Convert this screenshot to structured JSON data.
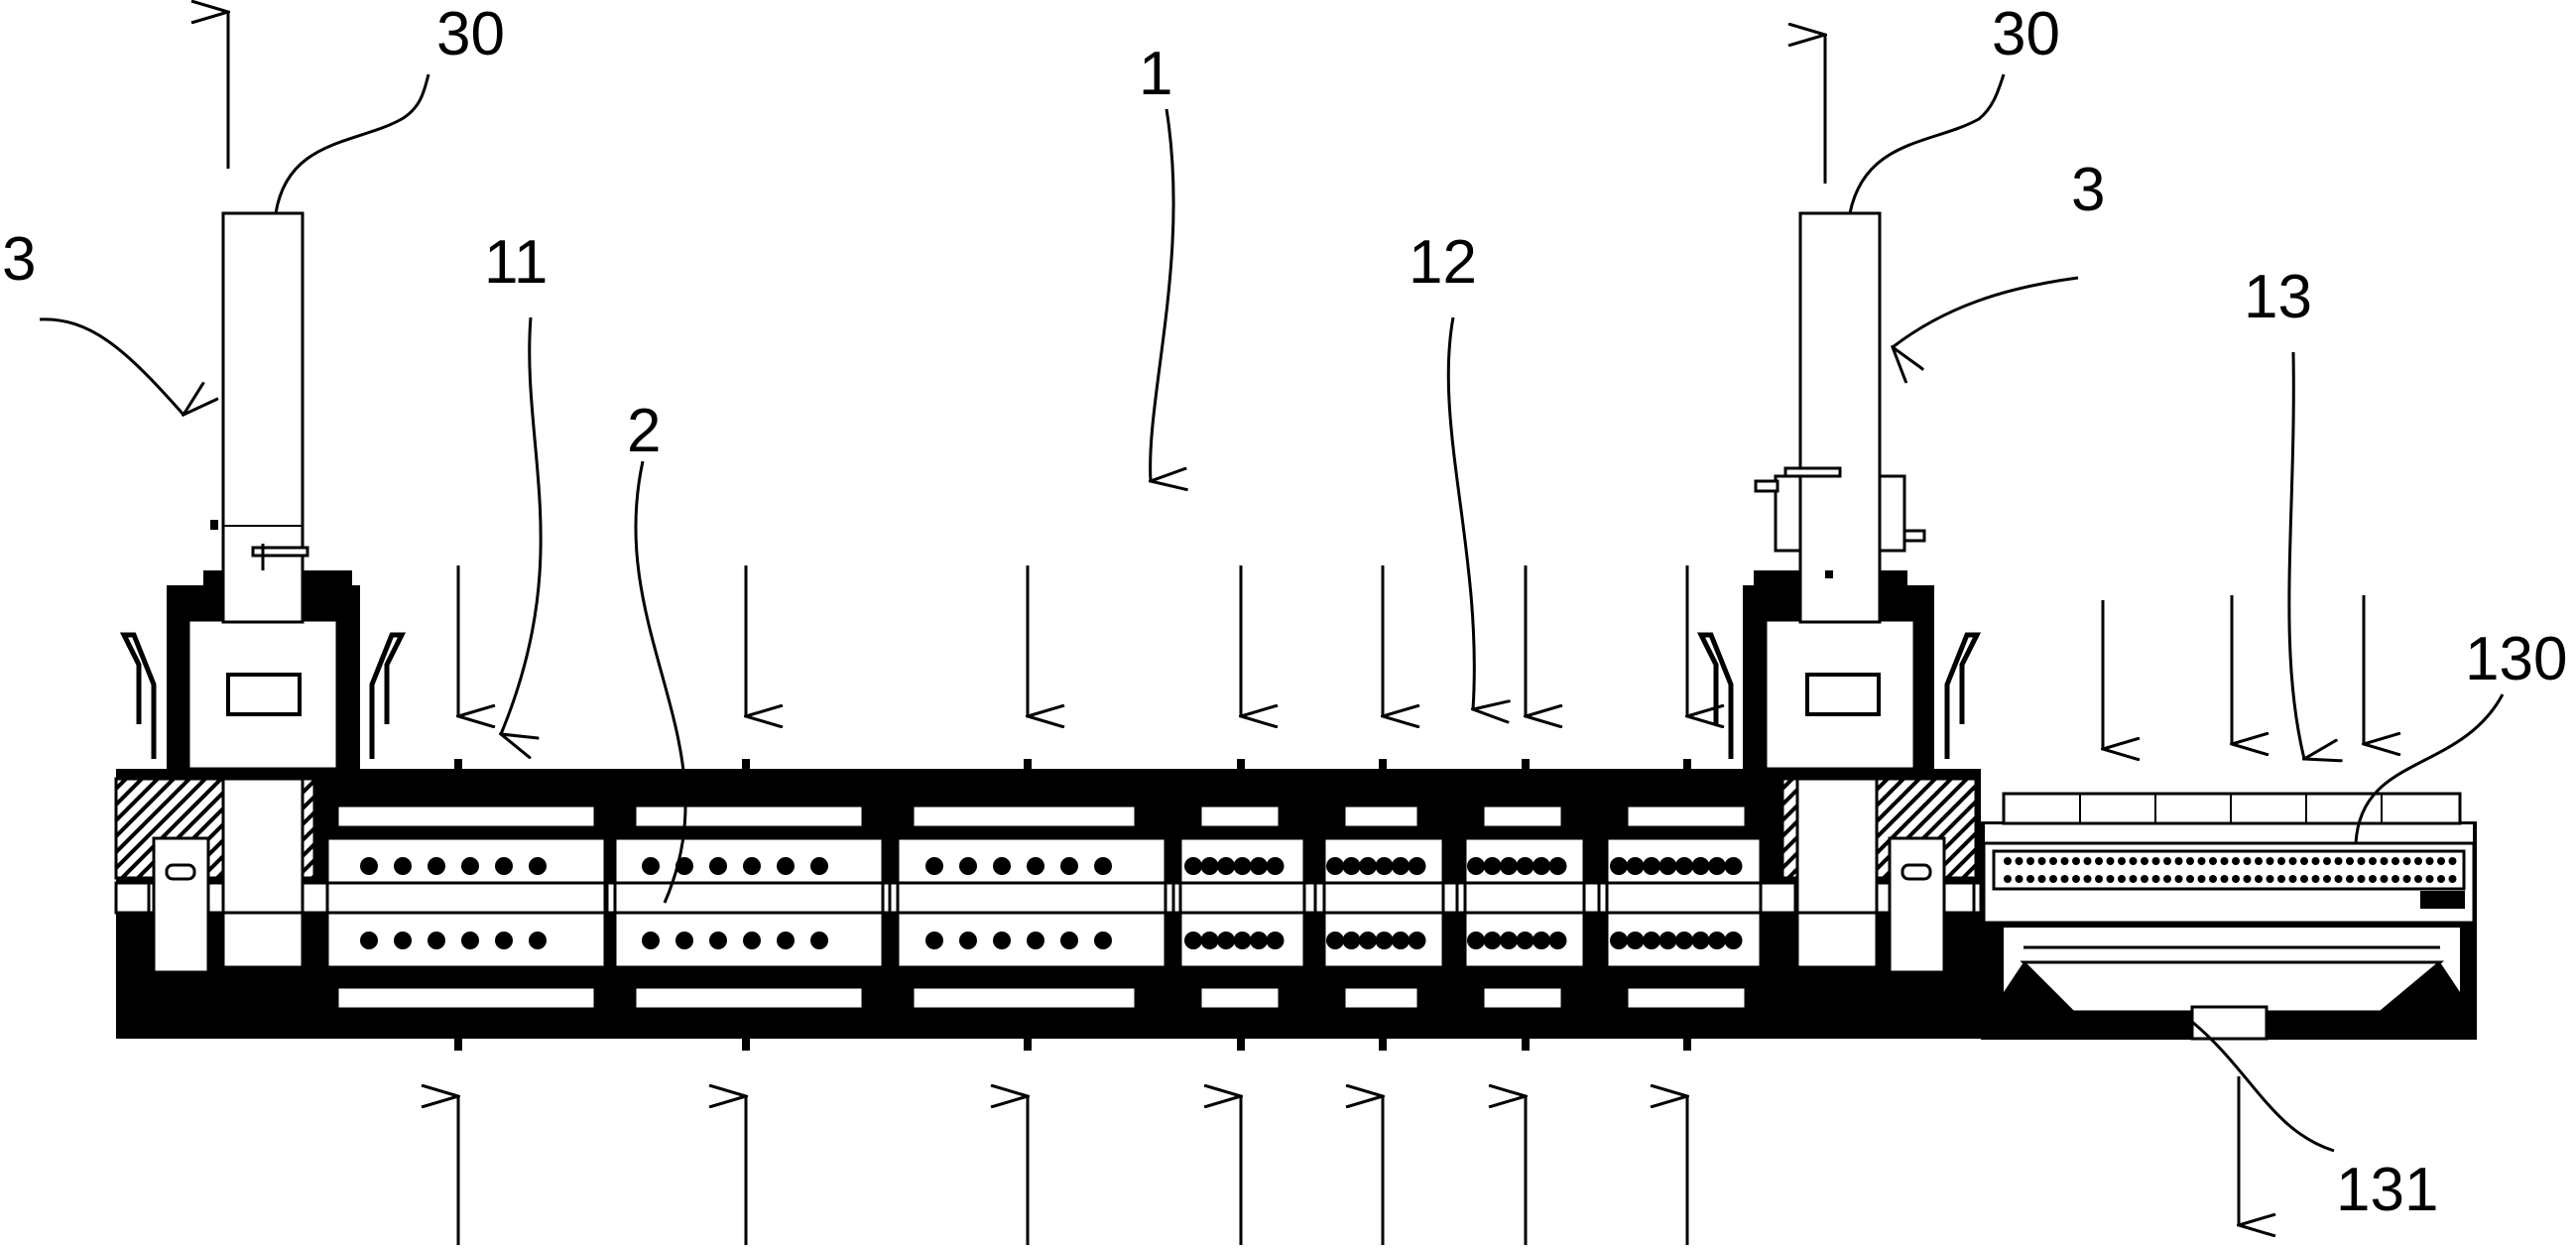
{
  "labels": {
    "l1": "1",
    "l2": "2",
    "l3_left": "3",
    "l3_right": "3",
    "l11": "11",
    "l12": "12",
    "l13": "13",
    "l30_left": "30",
    "l30_right": "30",
    "l130": "130",
    "l131": "131"
  }
}
